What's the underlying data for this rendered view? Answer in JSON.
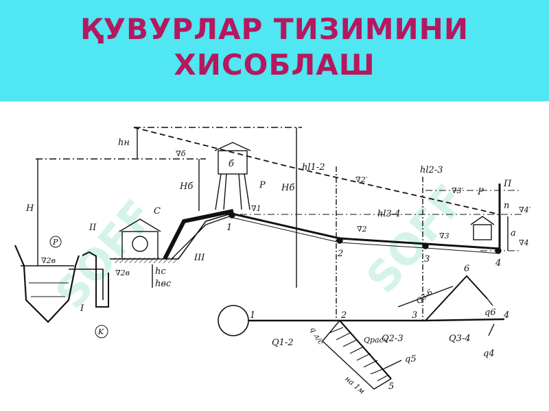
{
  "header": {
    "title_line1": "ҚУВУРЛАР ТИЗИМИНИ",
    "title_line2": "ХИСОБЛАШ"
  },
  "watermark": {
    "text": "SOFF"
  },
  "colors": {
    "banner": "#50e6f2",
    "title": "#b5185e",
    "ink": "#111111",
    "watermark": "#c7efe2"
  },
  "labels": {
    "h_n": "hн",
    "H": "H",
    "H_b": "Hб",
    "H_b2": "Hб",
    "v_b": "∇б",
    "tower_b": "б",
    "C": "C",
    "II": "II",
    "III": "III",
    "I": "I",
    "K": "K",
    "P_circle": "P",
    "v_2v_left": "∇2в",
    "v_2v_right": "∇2в",
    "h_c": "hс",
    "h_vs": "hвс",
    "P1": "P",
    "P2": "P",
    "v1": "∇1",
    "v2": "∇2",
    "v3": "∇3",
    "v2p": "∇2′",
    "v3p": "∇3′",
    "v4p": "∇4′",
    "v4": "∇4",
    "hl12": "hl1-2",
    "hl23": "hl2-3",
    "hl34": "hl3-4",
    "Pi_top": "П",
    "pi": "п",
    "a": "a",
    "node1": "1",
    "node2": "2",
    "node3": "3",
    "node4": "4",
    "plan1": "1",
    "plan2": "2",
    "plan3": "3",
    "plan4": "4",
    "plan5": "5",
    "plan6": "6",
    "Q12": "Q1-2",
    "Q23": "Q2-3",
    "Q34": "Q3-4",
    "Q36": "Q3-6",
    "Qrasch": "Qрасч",
    "q_ls": "q л/с",
    "na1m": "на 1м",
    "q4": "q4",
    "q5": "q5",
    "q6": "q6"
  }
}
